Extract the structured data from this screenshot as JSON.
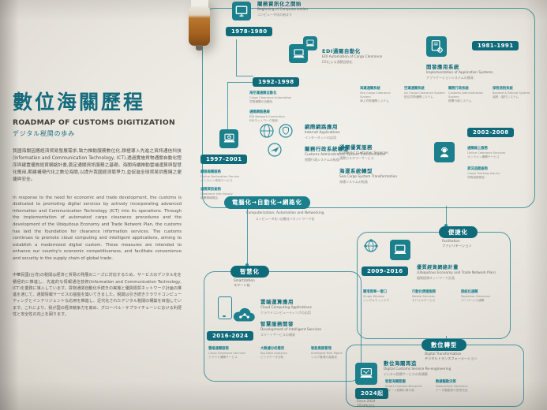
{
  "panel": {
    "title": "數位海關歷程",
    "subtitle_en": "ROADMAP OF CUSTOMS DIGITIZATION",
    "subtitle_ja": "デジタル税関の歩み",
    "para_zh": "我國海關因應經濟貿易發展需求,致力推動服務數位化,積極導入先進之資訊通信科技(Information and Communication Technology, ICT),透過實施貨物通關自動化程序與建置優質經貿網絡計畫,奠定通關資訊服務之基礎。海關持續推動雲端運算與智慧化應用,期建構現代化之數位海關,以提升我國經濟競爭力,並促進全球貿易供應鏈之便捷與安全。",
    "para_en": "In response to the need for economic and trade development, the customs is dedicated to promoting digital services by actively incorporating advanced Information and Communication Technology (ICT) into its operations. Through the implementation of automated cargo clearance procedures and the development of the Ubiquitous Economy and Trade Network Plan, the customs has laid the foundation for clearance information services. The customs continues to promote cloud computing and intelligent applications, aiming to establish a modernized digital custom. These measures are intended to enhance our country's economic competitiveness, and facilitate convenience and security in the supply chain of global trade.",
    "para_ja": "中華民國(台湾)の税関は経済と貿易の発展のニーズに対応するため、サービスのデジタル化を積極的に推進し、先進的な情報通信技術(Information and Communication Technology, ICT)を業務に導入しています。貨物通関自動化手続きの実施と優質経貿ネットワーク計画の推進を通じて、通関情報サービスの基盤を築いてきました。税関は引き続きクラウドコンピューティングとインテリジェントな応用を推進し、近代化されたデジタル税関の構築を目指しています。これにより、我が国の経済競争力を高め、グローバル・サプライチェーンにおける利便性と安全性の向上を図ります。"
  },
  "colors": {
    "teal": "#1b7f8c",
    "teal_dark": "#0f6b7a",
    "line": "#2b8a99"
  },
  "stage_pill": {
    "zh": "電腦化→自動化→網路化",
    "en": "Computerization, Automation and Networking",
    "ja": "コンピュータ化→自動化→ネットワーク化"
  },
  "pills": {
    "facilitation": {
      "zh": "便捷化",
      "en": "Facilitation",
      "ja": "ファシリテーション"
    },
    "smartization": {
      "zh": "智慧化",
      "en": "Smartization",
      "ja": "スマート化"
    },
    "digital": {
      "zh": "數位轉型",
      "en": "Digital Transformation",
      "ja": "デジタルトランスフォーメーション"
    }
  },
  "nodes": {
    "n1978": {
      "years": "1978-1980",
      "icon": "desktop-computer",
      "zh": "關務資訊化之開始",
      "en": "Beginning of Computerization",
      "ja": "コンピュータ化の始まり"
    },
    "n1981": {
      "years": "1981-1991",
      "icon": "document-gear",
      "zh": "開發應用系統",
      "en": "Implementation of Application Systems",
      "ja": "アプリケーションシステムの開発",
      "groups": [
        {
          "h": "海運通關系統",
          "l1": "Sea Cargo Clearance System",
          "l2": "海上貨物通関システム"
        },
        {
          "h": "空運通關系統",
          "l1": "Air Cargo Clearance System",
          "l2": "航空貨物通関システム"
        },
        {
          "h": "關務行政系統",
          "l1": "Customs Administration System",
          "l2": "税関行政システム"
        },
        {
          "h": "保稅退稅系統",
          "l1": "Bonded & Refund System",
          "l2": "保税・還付システム"
        }
      ]
    },
    "n1992": {
      "years": "1992-1998",
      "icon": "laptop",
      "zh": "EDI通關自動化",
      "en": "EDI Automation of Cargo Clearance",
      "ja": "EDIによる通関自動化",
      "groups": [
        {
          "h": "海空運通關自動化",
          "l1": "Cargo Clearance Automation",
          "l2": "貨物通関の自動化"
        },
        {
          "h": "通關網路連線",
          "l1": "EDI Network Connection",
          "l2": "EDIネットワーク接続"
        }
      ]
    },
    "n1997": {
      "years": "1997-2001",
      "icon": "laptop-globe",
      "zh": "網際網路應用",
      "en": "Internet Applications",
      "ja": "インターネットの応用",
      "sub": {
        "zh": "關務行政系統轉型",
        "en": "Customs Administration System Transformation",
        "ja": "税関行政システムの転換"
      },
      "groups": [
        {
          "h": "網路報關服務",
          "l1": "Online Declaration Service",
          "l2": "オンライン申告サービス"
        },
        {
          "h": "通關資訊查詢",
          "l1": "Clearance Info Inquiry",
          "l2": "通関情報照会"
        }
      ]
    },
    "n2002": {
      "years": "2002-2008",
      "icon": "customer-service-agent",
      "a": {
        "zh": "通關優質服務",
        "en": "Customs' Customer Services",
        "ja": "通関カスタマーサービス"
      },
      "b": {
        "zh": "海運系統轉型",
        "en": "Sea Cargo System Transformation",
        "ja": "海運システムの転換"
      },
      "groups": [
        {
          "h": "通關線上服務",
          "l1": "Online Clearance Services",
          "l2": "オンライン通関サービス"
        },
        {
          "h": "貨況追蹤查詢",
          "l1": "Cargo Tracking Inquiry",
          "l2": "貨物追跡照会"
        }
      ]
    },
    "n2009": {
      "years": "2009-2016",
      "icon": "network-globe-laptop",
      "zh": "優質經貿網絡計畫",
      "en": "(Ubiquitous Economy and Trade Network Plan)",
      "ja": "優質経貿ネットワーク計画",
      "groups": [
        {
          "h": "關港貿單一窗口",
          "l1": "Single Window",
          "l2": "シングルウィンドウ"
        },
        {
          "h": "行動化便捷服務",
          "l1": "Mobile Services",
          "l2": "モバイルサービス"
        },
        {
          "h": "無紙化通關",
          "l1": "Paperless Clearance",
          "l2": "ペーパーレス通関"
        }
      ]
    },
    "n2016": {
      "years": "2016-2024",
      "icon": "cloud-share-smartphone",
      "a": {
        "zh": "雲端運算應用",
        "en": "Cloud Computing Applications",
        "ja": "クラウドコンピューティングの応用"
      },
      "b": {
        "zh": "智慧服務開發",
        "en": "Development of Intelligent Services",
        "ja": "スマートサービスの開発"
      },
      "groups": [
        {
          "h": "雲端通關服務",
          "l1": "Cloud Clearance Services",
          "l2": "クラウド通関サービス"
        },
        {
          "h": "大數據分析應用",
          "l1": "Big Data Analytics",
          "l2": "ビッグデータ分析"
        },
        {
          "h": "智能風險管理",
          "l1": "Intelligent Risk Mgmt.",
          "l2": "リスク管理の高度化"
        }
      ]
    },
    "n2024": {
      "badge_zh": "2024起",
      "badge_en": "Since 2024",
      "badge_ja": "2024年から",
      "icon": "laptop-circuit",
      "zh": "數位海關再造",
      "en": "Digital Customs Service Re-engineering",
      "ja": "デジタル税関サービスの再構築",
      "groups": [
        {
          "h": "智慧海關藍圖",
          "l1": "Smart Customs Blueprint",
          "l2": "スマート税関の青写真"
        },
        {
          "h": "數據驅動決策",
          "l1": "Data-driven Decisions",
          "l2": "データ駆動型の意思決定"
        }
      ]
    }
  }
}
